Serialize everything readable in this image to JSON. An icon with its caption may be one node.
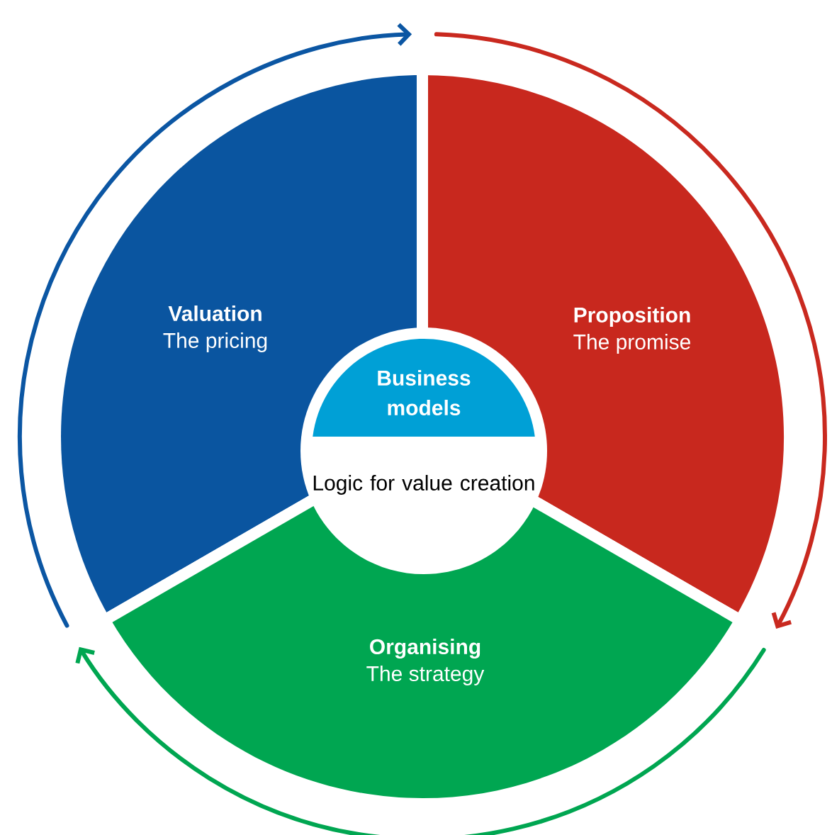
{
  "diagram": {
    "nodes": [
      {
        "text": [
          "Valuation",
          "The pricing"
        ]
      },
      {
        "text": [
          "Proposition",
          "The promise"
        ]
      },
      {
        "text": [
          "Business models",
          "Logic for value creation"
        ]
      },
      {
        "text": [
          "Organising",
          "The strategy"
        ]
      }
    ]
  }
}
